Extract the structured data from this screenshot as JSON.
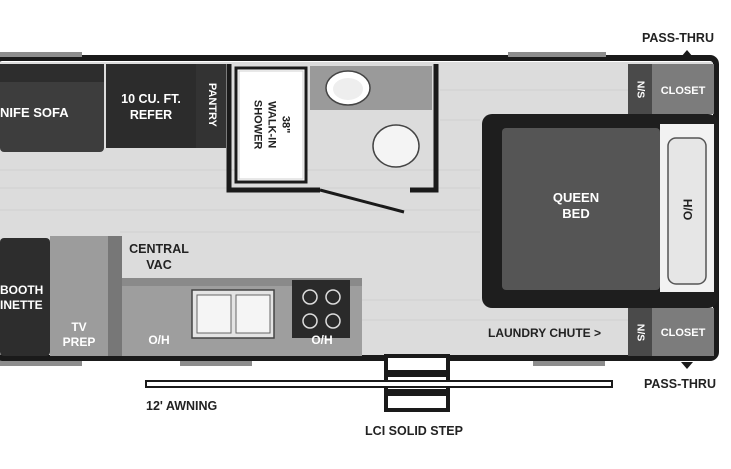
{
  "plan": {
    "labels": {
      "sofa": "NIFE SOFA",
      "refer_line1": "10 CU. FT.",
      "refer_line2": "REFER",
      "pantry": "PANTRY",
      "shower_line1": "38\"",
      "shower_line2": "WALK-IN",
      "shower_line3": "SHOWER",
      "ns_top": "N/S",
      "closet_top": "CLOSET",
      "queen_line1": "QUEEN",
      "queen_line2": "BED",
      "ho": "H/O",
      "booth_line1": "BOOTH",
      "booth_line2": "INETTE",
      "central_line1": "CENTRAL",
      "central_line2": "VAC",
      "tv_line1": "TV",
      "tv_line2": "PREP",
      "oh_left": "O/H",
      "oh_right": "O/H",
      "laundry": "LAUNDRY CHUTE >",
      "ns_bottom": "N/S",
      "closet_bottom": "CLOSET"
    },
    "callouts": {
      "pass_thru_top": "PASS-THRU",
      "pass_thru_bottom": "PASS-THRU",
      "awning": "12' AWNING",
      "step": "LCI SOLID STEP"
    }
  }
}
